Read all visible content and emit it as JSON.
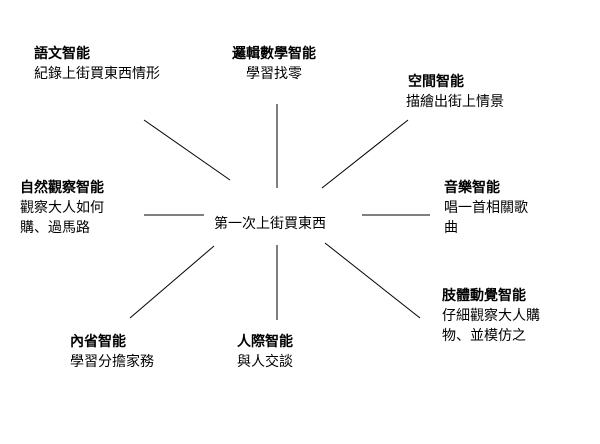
{
  "center": "第一次上街買東西",
  "nodes": [
    {
      "id": "linguistic",
      "title": "語文智能",
      "desc": "紀錄上街買東西情形"
    },
    {
      "id": "logical",
      "title": "邏輯數學智能",
      "desc": "學習找零"
    },
    {
      "id": "spatial",
      "title": "空間智能",
      "desc": "描繪出街上情景"
    },
    {
      "id": "naturalist",
      "title": "自然觀察智能",
      "desc_line1": "觀察大人如何",
      "desc_line2": "購、過馬路"
    },
    {
      "id": "musical",
      "title": "音樂智能",
      "desc_line1": "唱一首相關歌",
      "desc_line2": "曲"
    },
    {
      "id": "kinesthetic",
      "title": "肢體動覺智能",
      "desc_line1": "仔細觀察大人購",
      "desc_line2": "物、並模仿之"
    },
    {
      "id": "intrapersonal",
      "title": "內省智能",
      "desc": "學習分擔家務"
    },
    {
      "id": "interpersonal",
      "title": "人際智能",
      "desc": "與人交談"
    }
  ]
}
